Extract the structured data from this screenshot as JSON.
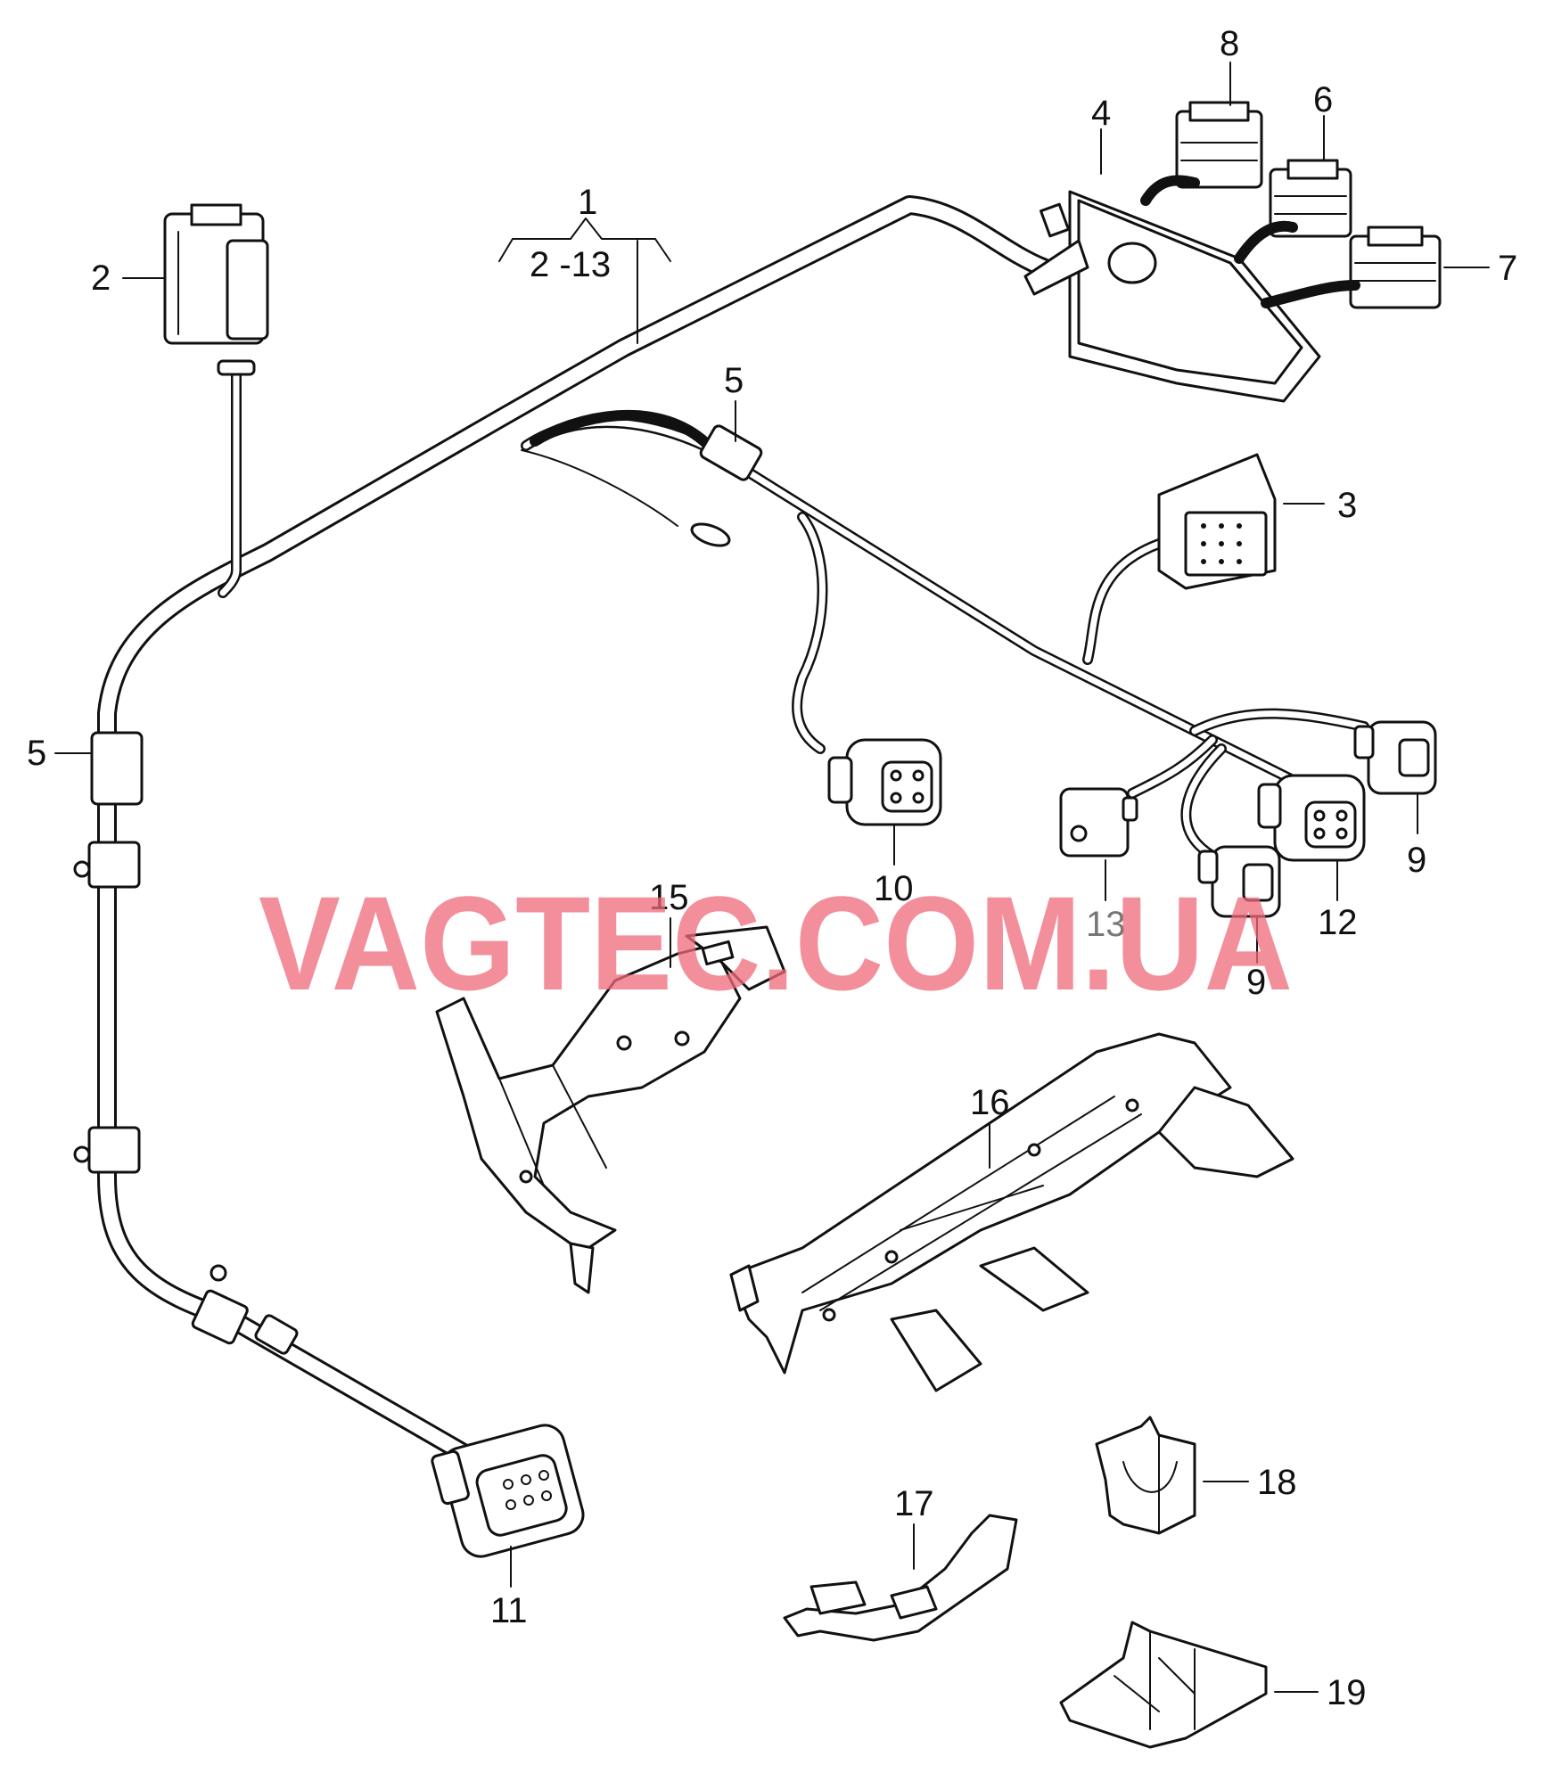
{
  "callouts": {
    "c1": "1",
    "range": "2 -13",
    "c2": "2",
    "c3": "3",
    "c4": "4",
    "c5a": "5",
    "c5b": "5",
    "c6": "6",
    "c7": "7",
    "c8": "8",
    "c9a": "9",
    "c9b": "9",
    "c10": "10",
    "c11": "11",
    "c12": "12",
    "c13": "13",
    "c15": "15",
    "c16": "16",
    "c17": "17",
    "c18": "18",
    "c19": "19"
  },
  "watermark": "VAGTEC.COM.UA"
}
